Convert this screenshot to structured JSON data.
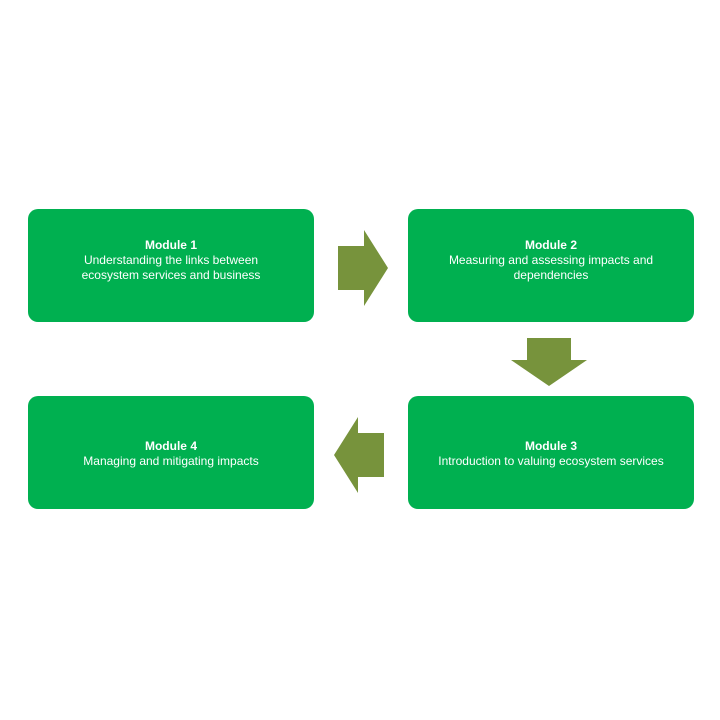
{
  "colors": {
    "box_fill": "#00b050",
    "arrow_fill": "#77933c",
    "text": "#ffffff"
  },
  "modules": [
    {
      "title": "Module 1",
      "lines": [
        "Understanding the links between",
        "ecosystem services and business"
      ]
    },
    {
      "title": "Module 2",
      "lines": [
        "Measuring and assessing impacts and",
        "dependencies"
      ]
    },
    {
      "title": "Module 3",
      "lines": [
        "Introduction to valuing ecosystem services"
      ]
    },
    {
      "title": "Module 4",
      "lines": [
        "Managing and mitigating impacts"
      ]
    }
  ],
  "arrows": [
    {
      "from": "Module 1",
      "to": "Module 2",
      "direction": "right",
      "icon": "arrow-right-icon"
    },
    {
      "from": "Module 2",
      "to": "Module 3",
      "direction": "down",
      "icon": "arrow-down-icon"
    },
    {
      "from": "Module 3",
      "to": "Module 4",
      "direction": "left",
      "icon": "arrow-left-icon"
    }
  ]
}
